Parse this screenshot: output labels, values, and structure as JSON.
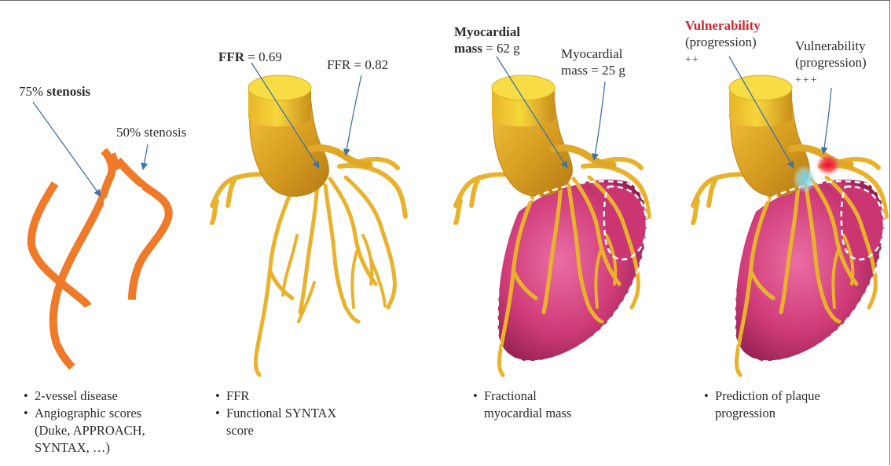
{
  "panel1": {
    "stenosis75": {
      "pct": "75%",
      "word": "stenosis"
    },
    "stenosis50": "50% stenosis",
    "bullets": [
      "2-vessel disease",
      "Angiographic scores",
      "(Duke, APPROACH,",
      "SYNTAX, …)"
    ]
  },
  "panel2": {
    "ffr1": {
      "key": "FFR",
      "val": " = 0.69"
    },
    "ffr2": "FFR = 0.82",
    "bullets": [
      "FFR",
      "Functional SYNTAX",
      "score"
    ]
  },
  "panel3": {
    "mass1": {
      "line1": "Myocardial",
      "key": "mass",
      "val": " = 62 g"
    },
    "mass2": {
      "line1": "Myocardial",
      "line2": "mass = 25 g"
    },
    "bullets": [
      "Fractional",
      "myocardial mass"
    ]
  },
  "panel4": {
    "v1": {
      "title": "Vulnerability",
      "sub": "(progression)",
      "marks": "++"
    },
    "v2": {
      "title": "Vulnerability",
      "sub": "(progression)",
      "marks": "+++"
    },
    "bullets": [
      "Prediction of plaque",
      "progression"
    ]
  },
  "colors": {
    "artery_orange": "#ee7a2a",
    "vessel_gold": "#f0bf2e",
    "aorta_yellow": "#f5d23a",
    "myocardium_pink": "#d6417f",
    "vulnerability_red": "#d0262e",
    "arrow_blue": "#3f72a8"
  }
}
